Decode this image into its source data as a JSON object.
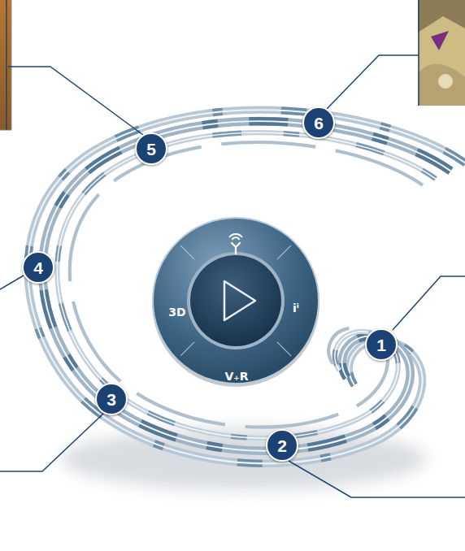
{
  "diagram": {
    "nodes": [
      {
        "text": [
          "1"
        ]
      },
      {
        "text": [
          "2"
        ]
      },
      {
        "text": [
          "3"
        ]
      },
      {
        "text": [
          "4"
        ]
      },
      {
        "text": [
          "5"
        ]
      },
      {
        "text": [
          "6"
        ]
      },
      {
        "text": [
          "3D",
          "iⁱ",
          "V₊R"
        ]
      }
    ]
  }
}
